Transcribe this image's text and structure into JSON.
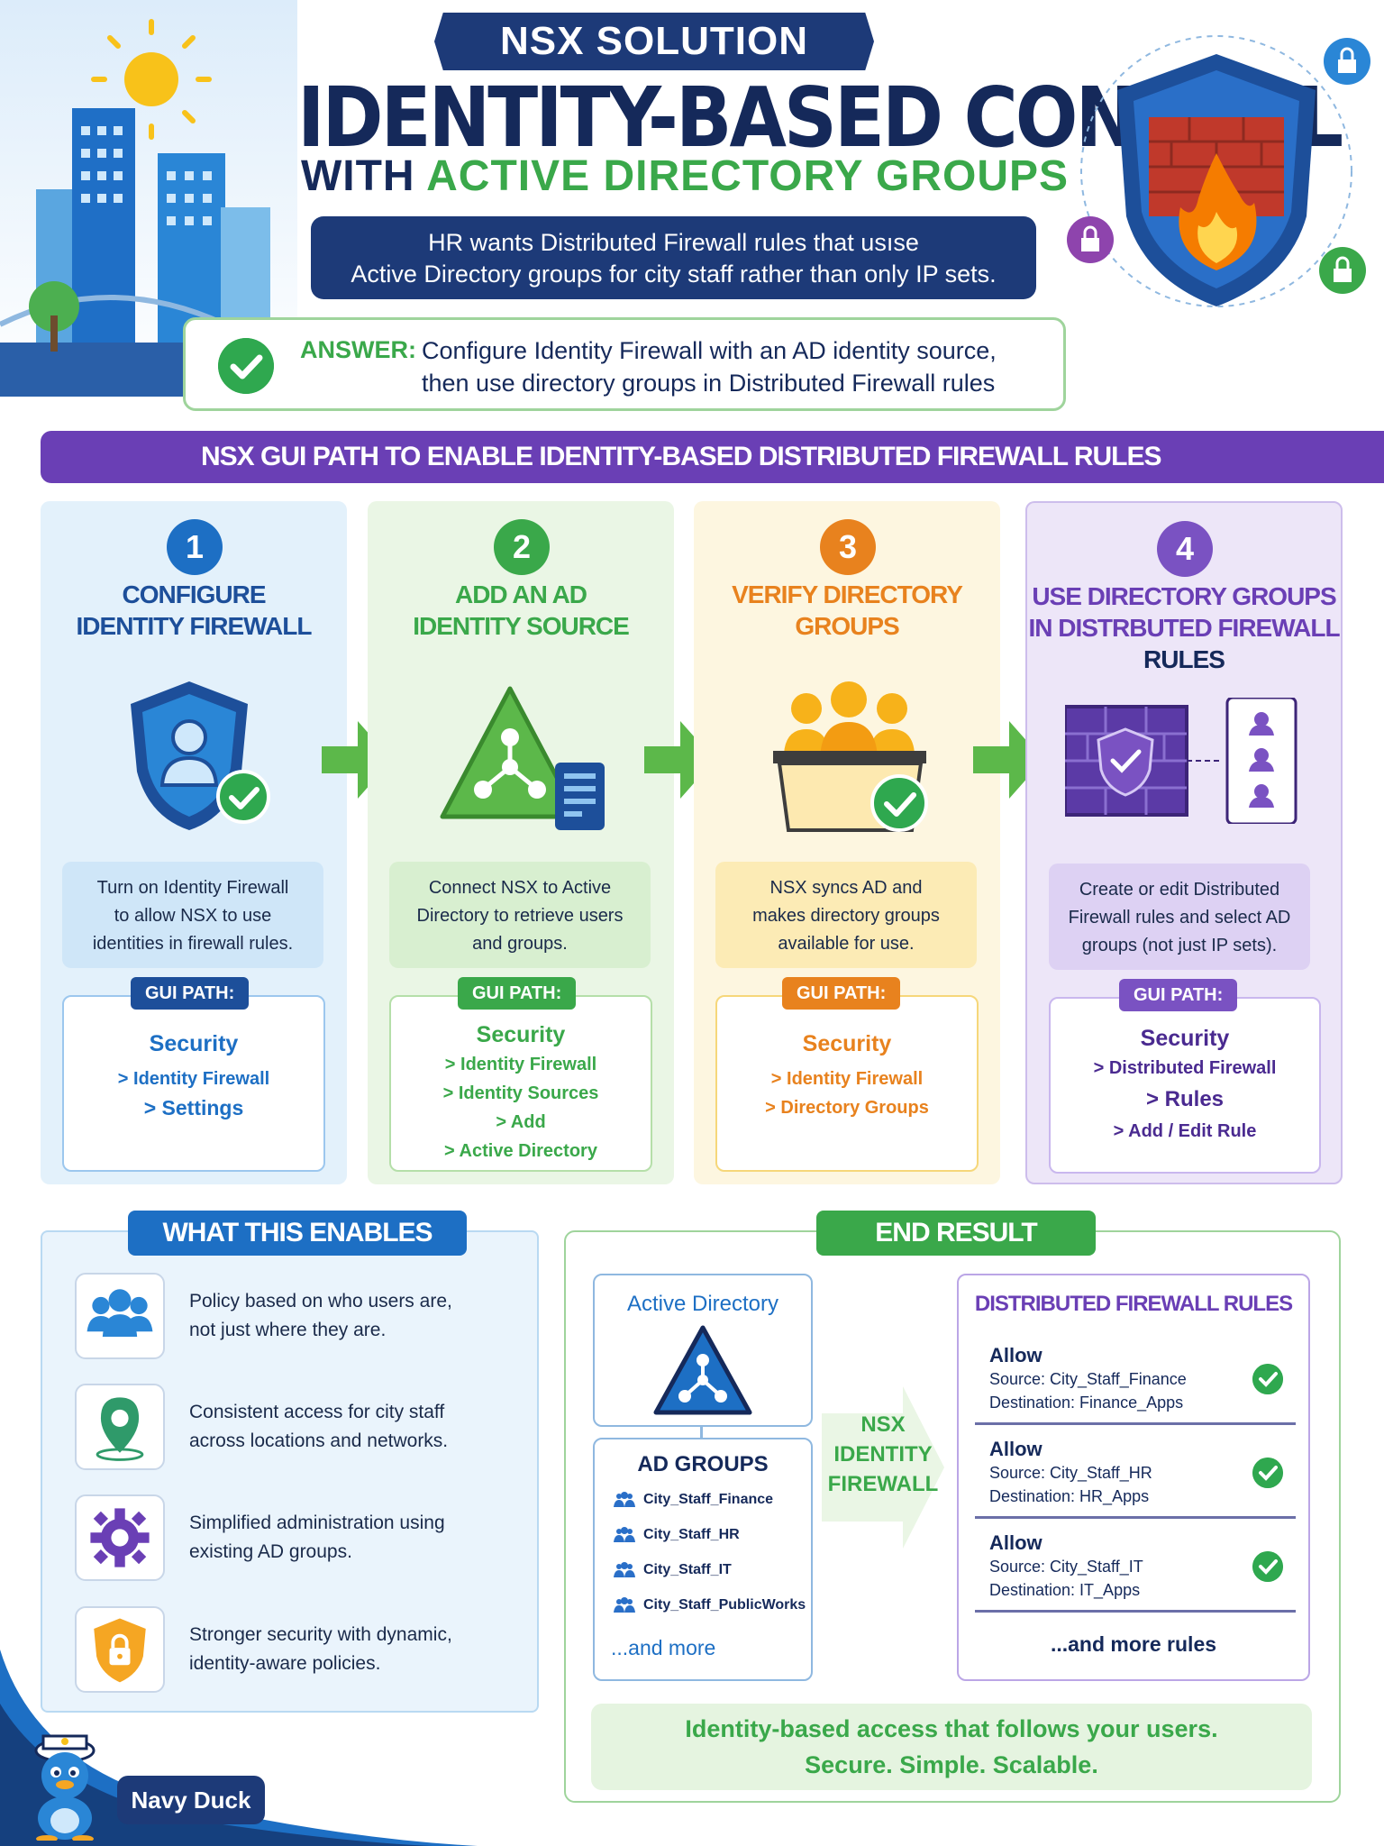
{
  "header": {
    "tag": "NSX SOLUTION",
    "title_line1": "IDENTITY-BASED CONTROL",
    "title_line2_a": "WITH",
    "title_line2_b": "ACTIVE DIRECTORY GROUPS",
    "problem_line1": "HR wants Distributed Firewall rules that usıse",
    "problem_line2": "Active Directory groups for city staff rather than only IP sets.",
    "answer_label": "ANSWER:",
    "answer_line1": "Configure Identity Firewall with an AD identity source,",
    "answer_line2": "then use directory groups in Distributed Firewall rules"
  },
  "banner": "NSX GUI PATH TO ENABLE IDENTITY-BASED DISTRIBUTED FIREWALL RULES",
  "steps": [
    {
      "num": "1",
      "title_l1": "CONFIGURE",
      "title_l2": "IDENTITY FIREWALL",
      "desc_l1": "Turn on Identity Firewall",
      "desc_l2": "to allow NSX to use",
      "desc_l3": "identities in firewall rules.",
      "gp_label": "GUI PATH:",
      "path": [
        "Security",
        "> Identity Firewall",
        "> Settings"
      ]
    },
    {
      "num": "2",
      "title_l1": "ADD AN AD",
      "title_l2": "IDENTITY SOURCE",
      "desc_l1": "Connect NSX to Active",
      "desc_l2": "Directory to retrieve users",
      "desc_l3": "and groups.",
      "gp_label": "GUI PATH:",
      "path": [
        "Security",
        "> Identity Firewall",
        "> Identity Sources",
        "> Add",
        "> Active Directory"
      ]
    },
    {
      "num": "3",
      "title_l1": "VERIFY DIRECTORY",
      "title_l2": "GROUPS",
      "desc_l1": "NSX syncs AD and",
      "desc_l2": "makes directory groups",
      "desc_l3": "available for use.",
      "gp_label": "GUI PATH:",
      "path": [
        "Security",
        "> Identity Firewall",
        "> Directory Groups"
      ]
    },
    {
      "num": "4",
      "title_l1": "USE DIRECTORY GROUPS",
      "title_l2": "IN DISTRBUTED FIREWALL",
      "title_l3": "RULES",
      "desc_l1": "Create or edit Distributed",
      "desc_l2": "Firewall rules and select AD",
      "desc_l3": "groups (not just IP sets).",
      "gp_label": "GUI PATH:",
      "path": [
        "Security",
        "> Distributed Firewall",
        "> Rules",
        "> Add / Edit Rule"
      ]
    }
  ],
  "enables": {
    "title": "WHAT THIS ENABLES",
    "items": [
      {
        "icon": "users-icon",
        "l1": "Policy based on who users are,",
        "l2": "not just where they are."
      },
      {
        "icon": "location-pin-icon",
        "l1": "Consistent access for city staff",
        "l2": "across locations and networks."
      },
      {
        "icon": "gear-icon",
        "l1": "Simplified administration using",
        "l2": "existing AD groups."
      },
      {
        "icon": "lock-shield-icon",
        "l1": "Stronger security with dynamic,",
        "l2": "identity-aware policies."
      }
    ]
  },
  "result": {
    "title": "END RESULT",
    "ad_title": "Active Directory",
    "groups_title": "AD GROUPS",
    "groups": [
      "City_Staff_Finance",
      "City_Staff_HR",
      "City_Staff_IT",
      "City_Staff_PublicWorks"
    ],
    "groups_more": "...and more",
    "nsx_l1": "NSX",
    "nsx_l2": "IDENTITY",
    "nsx_l3": "FIREWALL",
    "dfw_title": "DISTRIBUTED FIREWALL RULES",
    "rules": [
      {
        "action": "Allow",
        "source": "Source: City_Staff_Finance",
        "dest": "Destination: Finance_Apps"
      },
      {
        "action": "Allow",
        "source": "Source: City_Staff_HR",
        "dest": "Destination: HR_Apps"
      },
      {
        "action": "Allow",
        "source": "Source: City_Staff_IT",
        "dest": "Destination: IT_Apps"
      }
    ],
    "rules_more": "...and more rules",
    "tagline_l1": "Identity-based access that follows your users.",
    "tagline_l2": "Secure. Simple. Scalable."
  },
  "mascot": {
    "name": "Navy Duck"
  },
  "colors": {
    "navy": "#1d3a78",
    "green": "#3aa84a",
    "blue": "#1d6fc4",
    "orange": "#e8821e",
    "purple": "#6a3fb5"
  }
}
